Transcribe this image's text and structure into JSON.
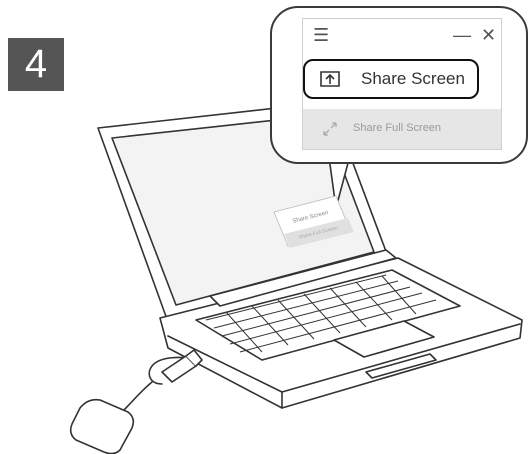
{
  "step": {
    "number": "4"
  },
  "panel": {
    "share_screen_label": "Share Screen",
    "share_full_screen_label": "Share Full Screen",
    "icons": [
      "menu-icon",
      "minimize-icon",
      "close-icon",
      "share-screen-icon",
      "full-screen-icon"
    ]
  },
  "screen_mini": {
    "share_screen_label": "Share Screen",
    "share_full_screen_label": "Share Full Screen"
  }
}
